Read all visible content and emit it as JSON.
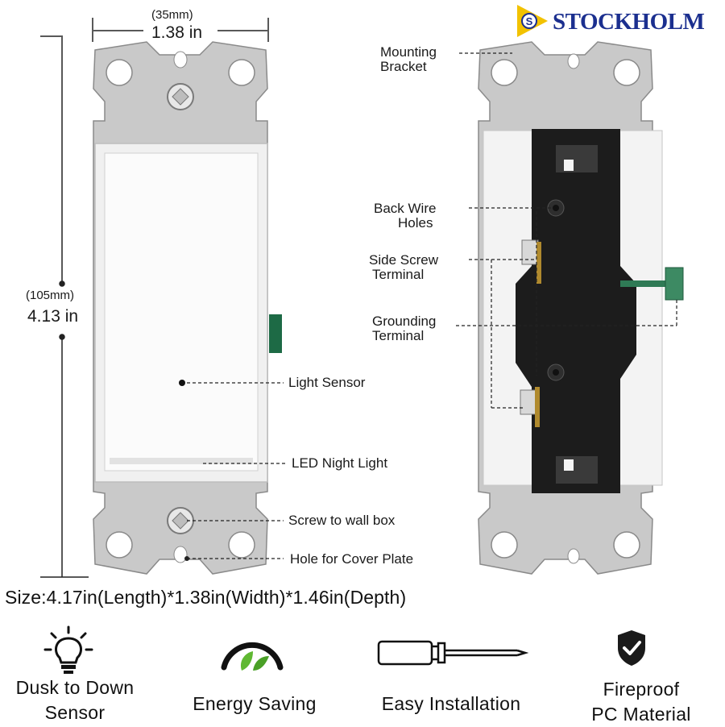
{
  "brand": {
    "name_part1": "STOCK",
    "name_part2": "HOLM",
    "badge_letter": "S",
    "color": "#1b2f8f",
    "badge_color": "#f2c200"
  },
  "dimensions": {
    "width_mm": "(35mm)",
    "width_in": "1.38 in",
    "height_mm": "(105mm)",
    "height_in": "4.13 in"
  },
  "front_callouts": {
    "light_sensor": "Light Sensor",
    "led_night_light": "LED Night Light",
    "screw_wall_box": "Screw to wall box",
    "cover_plate_hole": "Hole for Cover Plate"
  },
  "back_callouts": {
    "mounting_bracket_1": "Mounting",
    "mounting_bracket_2": "Bracket",
    "back_wire_holes_1": "Back Wire",
    "back_wire_holes_2": "Holes",
    "side_screw_1": "Side Screw",
    "side_screw_2": "Terminal",
    "grounding_1": "Grounding",
    "grounding_2": "Terminal"
  },
  "size_text": "Size:4.17in(Length)*1.38in(Width)*1.46in(Depth)",
  "features": [
    {
      "icon": "lightbulb-icon",
      "line1": "Dusk to Down",
      "line2": "Sensor"
    },
    {
      "icon": "leaf-gauge-icon",
      "line1": "Energy Saving",
      "line2": ""
    },
    {
      "icon": "screwdriver-icon",
      "line1": "Easy Installation",
      "line2": ""
    },
    {
      "icon": "shield-check-icon",
      "line1": "Fireproof",
      "line2": "PC Material"
    }
  ],
  "colors": {
    "accent_green": "#5fb832",
    "plate_gray": "#c9c9c9",
    "body_black": "#1c1c1c"
  }
}
